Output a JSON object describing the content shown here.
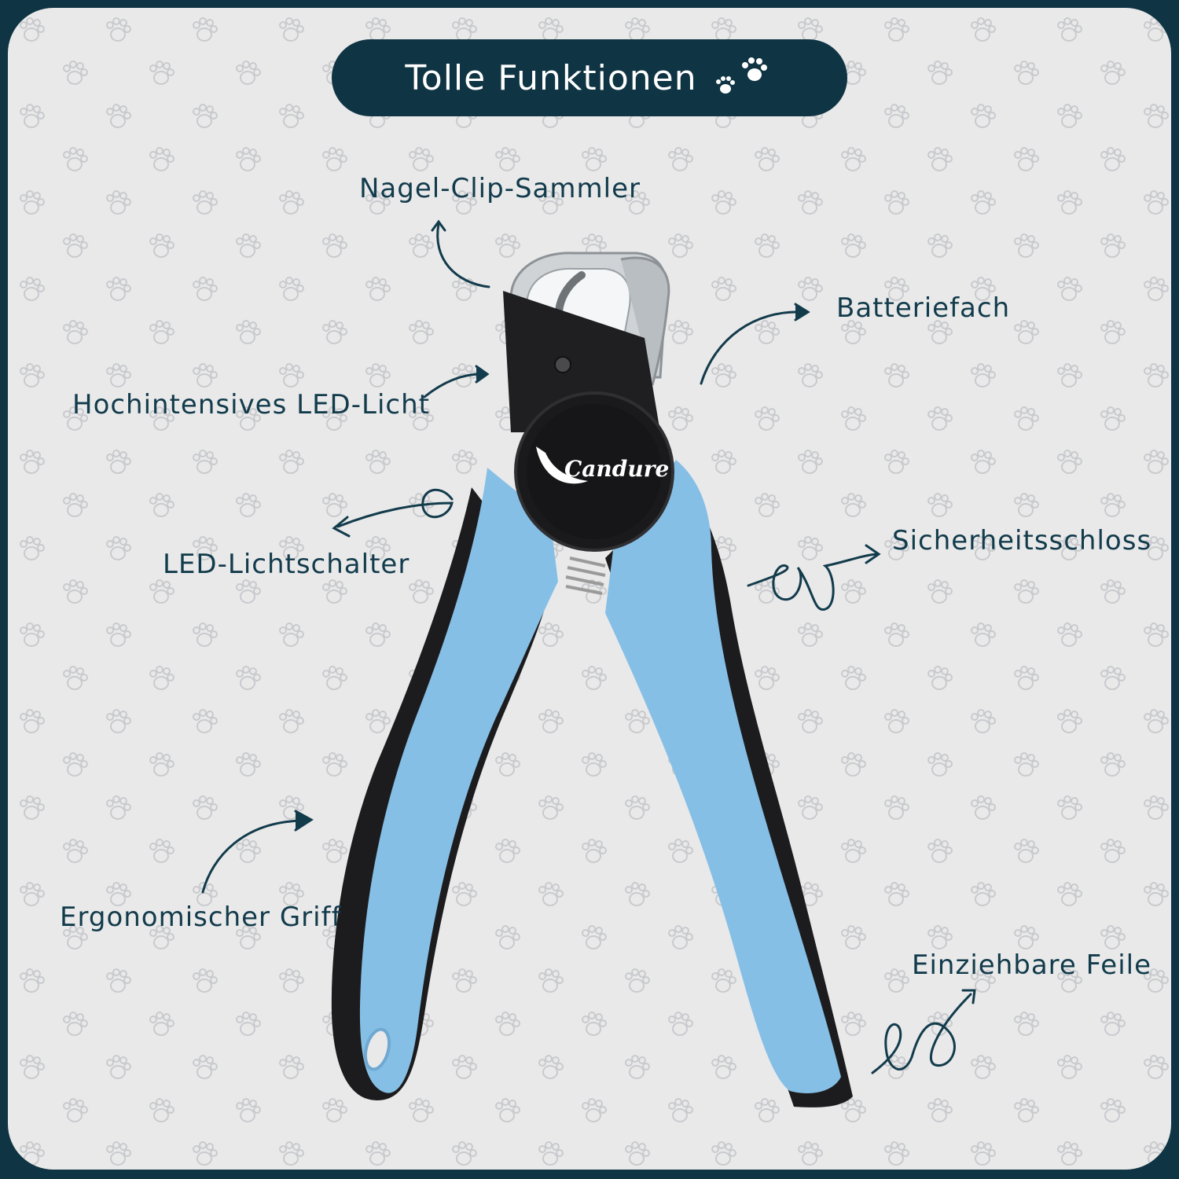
{
  "header": {
    "title": "Tolle Funktionen"
  },
  "features": {
    "clip_collector": "Nagel-Clip-Sammler",
    "battery": "Batteriefach",
    "led_light": "Hochintensives LED-Licht",
    "led_switch": "LED-Lichtschalter",
    "safety_lock": "Sicherheitsschloss",
    "grip": "Ergonomischer Griff",
    "file": "Einziehbare Feile"
  },
  "product": {
    "brand": "Candure"
  },
  "colors": {
    "navy": "#0f3443",
    "background": "#e9e9ea",
    "handle_blue": "#86bfe6",
    "handle_black": "#1c1c1e"
  }
}
